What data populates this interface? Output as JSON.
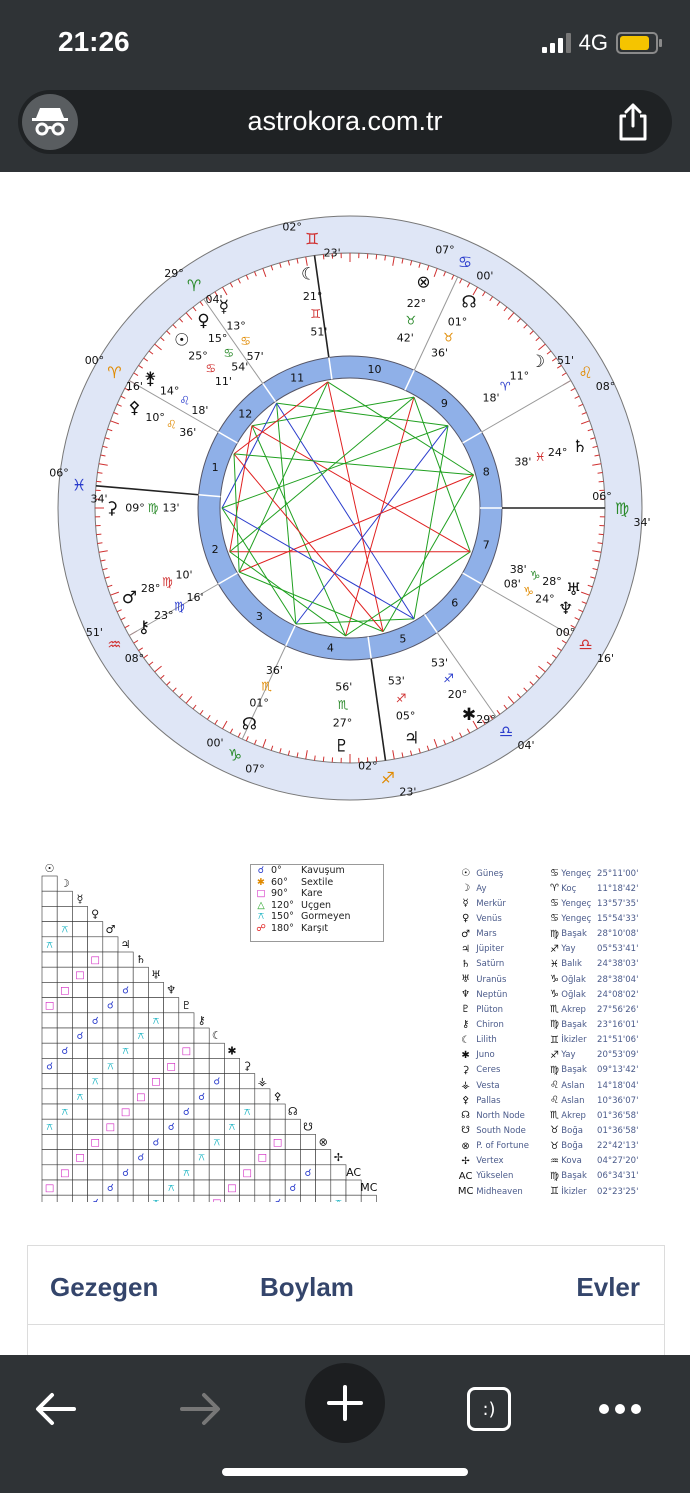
{
  "status": {
    "time": "21:26",
    "network": "4G",
    "battery_level": 0.85,
    "battery_color": "#f5c400"
  },
  "browser": {
    "url": "astrokora.com.tr",
    "incognito_icon": "incognito-icon",
    "share_icon": "share-icon"
  },
  "chart": {
    "houses": [
      "1",
      "2",
      "3",
      "4",
      "5",
      "6",
      "7",
      "8",
      "9",
      "10",
      "11",
      "12"
    ],
    "cusps": [
      {
        "deg": "02°",
        "sign": "♊",
        "min": "23'"
      },
      {
        "deg": "29°",
        "sign": "♈",
        "min": "04'"
      },
      {
        "deg": "00°",
        "sign": "♈",
        "min": "16'"
      },
      {
        "deg": "06°",
        "sign": "♓",
        "min": "34'"
      },
      {
        "deg": "51'",
        "sign": "♒",
        "min": "08°"
      },
      {
        "deg": "00'",
        "sign": "♑",
        "min": "07°"
      },
      {
        "deg": "02°",
        "sign": "♐",
        "min": "23'"
      },
      {
        "deg": "29°",
        "sign": "♎",
        "min": "04'"
      },
      {
        "deg": "00°",
        "sign": "♎",
        "min": "16'"
      },
      {
        "deg": "06°",
        "sign": "♍",
        "min": "34'"
      },
      {
        "deg": "51'",
        "sign": "♌",
        "min": "08°"
      },
      {
        "deg": "07°",
        "sign": "♋",
        "min": "00'"
      }
    ],
    "inner_labels": [
      {
        "glyph": "☾",
        "t1": "21°",
        "t2": "♊",
        "t3": "51'"
      },
      {
        "glyph": "⊗",
        "t1": "22°",
        "t2": "♉",
        "t3": "42'"
      },
      {
        "glyph": "☊",
        "t1": "01°",
        "t2": "♉",
        "t3": "36'"
      },
      {
        "glyph": "☽",
        "t1": "11°",
        "t2": "♈",
        "t3": "18'"
      },
      {
        "glyph": "♄",
        "t1": "24°",
        "t2": "♓",
        "t3": "38'"
      },
      {
        "glyph": "♅",
        "t1": "28°",
        "t2": "♑",
        "t3": "38'"
      },
      {
        "glyph": "♆",
        "t1": "24°",
        "t2": "♑",
        "t3": "08'"
      },
      {
        "glyph": "✱",
        "t1": "20°",
        "t2": "♐",
        "t3": "53'"
      },
      {
        "glyph": "♃",
        "t1": "05°",
        "t2": "♐",
        "t3": "53'"
      },
      {
        "glyph": "♇",
        "t1": "27°",
        "t2": "♏",
        "t3": "56'"
      },
      {
        "glyph": "☊",
        "t1": "01°",
        "t2": "♏",
        "t3": "36'"
      },
      {
        "glyph": "⚷",
        "t1": "23°",
        "t2": "♍",
        "t3": "16'"
      },
      {
        "glyph": "♂",
        "t1": "28°",
        "t2": "♍",
        "t3": "10'"
      },
      {
        "glyph": "⚳",
        "t1": "09°",
        "t2": "♍",
        "t3": "13'"
      },
      {
        "glyph": "⚴",
        "t1": "10°",
        "t2": "♌",
        "t3": "36'"
      },
      {
        "glyph": "⚵",
        "t1": "14°",
        "t2": "♌",
        "t3": "18'"
      },
      {
        "glyph": "☉",
        "t1": "25°",
        "t2": "♋",
        "t3": "11'"
      },
      {
        "glyph": "♀",
        "t1": "15°",
        "t2": "♋",
        "t3": "54'"
      },
      {
        "glyph": "☿",
        "t1": "13°",
        "t2": "♋",
        "t3": "57'"
      }
    ]
  },
  "aspect_legend": [
    {
      "sym": "☌",
      "color": "#2a3ccc",
      "deg": "0°",
      "name": "Kavuşum"
    },
    {
      "sym": "✱",
      "color": "#e08a00",
      "deg": "60°",
      "name": "Sextile"
    },
    {
      "sym": "□",
      "color": "#d020c0",
      "deg": "90°",
      "name": "Kare"
    },
    {
      "sym": "△",
      "color": "#20a020",
      "deg": "120°",
      "name": "Uçgen"
    },
    {
      "sym": "⚻",
      "color": "#10b0c0",
      "deg": "150°",
      "name": "Gormeyen"
    },
    {
      "sym": "☍",
      "color": "#e02020",
      "deg": "180°",
      "name": "Karşıt"
    }
  ],
  "planets": [
    {
      "glyph": "☉",
      "name": "Güneş",
      "sign": "♋",
      "sign_name": "Yengeç",
      "pos": "25°11'00'"
    },
    {
      "glyph": "☽",
      "name": "Ay",
      "sign": "♈",
      "sign_name": "Koç",
      "pos": "11°18'42'"
    },
    {
      "glyph": "☿",
      "name": "Merkür",
      "sign": "♋",
      "sign_name": "Yengeç",
      "pos": "13°57'35'"
    },
    {
      "glyph": "♀",
      "name": "Venüs",
      "sign": "♋",
      "sign_name": "Yengeç",
      "pos": "15°54'33'"
    },
    {
      "glyph": "♂",
      "name": "Mars",
      "sign": "♍",
      "sign_name": "Başak",
      "pos": "28°10'08'"
    },
    {
      "glyph": "♃",
      "name": "Jüpiter",
      "sign": "♐",
      "sign_name": "Yay",
      "pos": "05°53'41'"
    },
    {
      "glyph": "♄",
      "name": "Satürn",
      "sign": "♓",
      "sign_name": "Balık",
      "pos": "24°38'03'"
    },
    {
      "glyph": "♅",
      "name": "Uranüs",
      "sign": "♑",
      "sign_name": "Oğlak",
      "pos": "28°38'04'"
    },
    {
      "glyph": "♆",
      "name": "Neptün",
      "sign": "♑",
      "sign_name": "Oğlak",
      "pos": "24°08'02'"
    },
    {
      "glyph": "♇",
      "name": "Plüton",
      "sign": "♏",
      "sign_name": "Akrep",
      "pos": "27°56'26'"
    },
    {
      "glyph": "⚷",
      "name": "Chiron",
      "sign": "♍",
      "sign_name": "Başak",
      "pos": "23°16'01'"
    },
    {
      "glyph": "☾",
      "name": "Lilith",
      "sign": "♊",
      "sign_name": "İkizler",
      "pos": "21°51'06'"
    },
    {
      "glyph": "✱",
      "name": "Juno",
      "sign": "♐",
      "sign_name": "Yay",
      "pos": "20°53'09'"
    },
    {
      "glyph": "⚳",
      "name": "Ceres",
      "sign": "♍",
      "sign_name": "Başak",
      "pos": "09°13'42'"
    },
    {
      "glyph": "⚶",
      "name": "Vesta",
      "sign": "♌",
      "sign_name": "Aslan",
      "pos": "14°18'04'"
    },
    {
      "glyph": "⚴",
      "name": "Pallas",
      "sign": "♌",
      "sign_name": "Aslan",
      "pos": "10°36'07'"
    },
    {
      "glyph": "☊",
      "name": "North Node",
      "sign": "♏",
      "sign_name": "Akrep",
      "pos": "01°36'58'"
    },
    {
      "glyph": "☋",
      "name": "South Node",
      "sign": "♉",
      "sign_name": "Boğa",
      "pos": "01°36'58'"
    },
    {
      "glyph": "⊗",
      "name": "P. of Fortune",
      "sign": "♉",
      "sign_name": "Boğa",
      "pos": "22°42'13'"
    },
    {
      "glyph": "✢",
      "name": "Vertex",
      "sign": "♒",
      "sign_name": "Kova",
      "pos": "04°27'20'"
    },
    {
      "glyph": "AC",
      "name": "Yükselen",
      "sign": "♍",
      "sign_name": "Başak",
      "pos": "06°34'31'"
    },
    {
      "glyph": "MC",
      "name": "Midheaven",
      "sign": "♊",
      "sign_name": "İkizler",
      "pos": "02°23'25'"
    }
  ],
  "table": {
    "col1": "Gezegen",
    "col2": "Boylam",
    "col3": "Evler"
  },
  "bottom_nav": {
    "back": "back-icon",
    "forward": "forward-icon",
    "new_tab": "plus-icon",
    "tabs": ":)",
    "more": "more-icon"
  }
}
